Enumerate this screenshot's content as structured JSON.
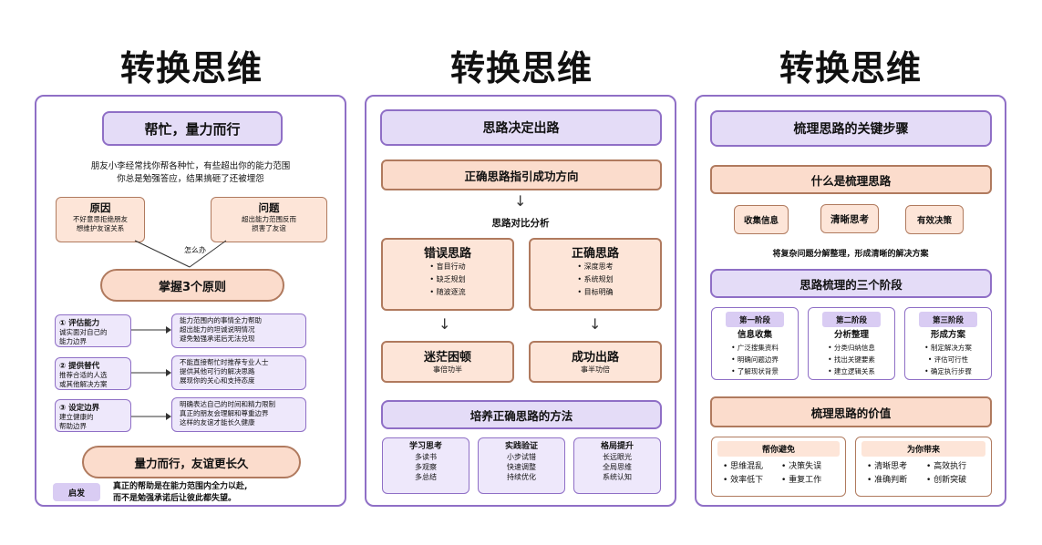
{
  "titles": [
    "转换思维",
    "转换思维",
    "转换思维"
  ],
  "p1": {
    "header": "帮忙，量力而行",
    "intro_1": "朋友小李经常找你帮各种忙，有些超出你的能力范围",
    "intro_2": "你总是勉强答应，结果搞砸了还被埋怨",
    "reason_title": "原因",
    "reason_1": "不好意思拒绝朋友",
    "reason_2": "想维护友谊关系",
    "problem_title": "问题",
    "problem_1": "超出能力范围反而",
    "problem_2": "损害了友谊",
    "how": "怎么办",
    "principles": "掌握3个原则",
    "rows": [
      {
        "title": "① 评估能力",
        "sub1": "诚实面对自己的",
        "sub2": "能力边界",
        "d1": "能力范围内的事情全力帮助",
        "d2": "超出能力的坦诚说明情况",
        "d3": "避免勉强承诺后无法兑现"
      },
      {
        "title": "② 提供替代",
        "sub1": "推荐合适的人选",
        "sub2": "或其他解决方案",
        "d1": "不能直接帮忙时推荐专业人士",
        "d2": "提供其他可行的解决思路",
        "d3": "展现你的关心和支持态度"
      },
      {
        "title": "③ 设定边界",
        "sub1": "建立健康的",
        "sub2": "帮助边界",
        "d1": "明确表达自己的时间和精力限制",
        "d2": "真正的朋友会理解和尊重边界",
        "d3": "这样的友谊才能长久健康"
      }
    ],
    "conclusion": "量力而行，友谊更长久",
    "insight_tag": "启发",
    "insight_1": "真正的帮助是在能力范围内全力以赴,",
    "insight_2": "而不是勉强承诺后让彼此都失望。"
  },
  "p2": {
    "header": "思路决定出路",
    "guide": "正确思路指引成功方向",
    "compare": "思路对比分析",
    "wrong_title": "错误思路",
    "wrong_items": [
      "• 盲目行动",
      "• 缺乏规划",
      "• 随波逐流"
    ],
    "right_title": "正确思路",
    "right_items": [
      "• 深度思考",
      "• 系统规划",
      "• 目标明确"
    ],
    "lost_title": "迷茫困顿",
    "lost_sub": "事倍功半",
    "success_title": "成功出路",
    "success_sub": "事半功倍",
    "method": "培养正确思路的方法",
    "methods": [
      {
        "title": "学习思考",
        "items": [
          "多读书",
          "多观察",
          "多总结"
        ]
      },
      {
        "title": "实践验证",
        "items": [
          "小步试错",
          "快速调整",
          "持续优化"
        ]
      },
      {
        "title": "格局提升",
        "items": [
          "长远眼光",
          "全局思维",
          "系统认知"
        ]
      }
    ]
  },
  "p3": {
    "header": "梳理思路的关键步骤",
    "what": "什么是梳理思路",
    "chips": [
      "收集信息",
      "清晰思考",
      "有效决策"
    ],
    "desc": "将复杂问题分解整理，形成清晰的解决方案",
    "stages_title": "思路梳理的三个阶段",
    "stages": [
      {
        "tag": "第一阶段",
        "title": "信息收集",
        "items": [
          "• 广泛搜集资料",
          "• 明确问题边界",
          "• 了解现状背景"
        ]
      },
      {
        "tag": "第二阶段",
        "title": "分析整理",
        "items": [
          "• 分类归纳信息",
          "• 找出关键要素",
          "• 建立逻辑关系"
        ]
      },
      {
        "tag": "第三阶段",
        "title": "形成方案",
        "items": [
          "• 制定解决方案",
          "• 评估可行性",
          "• 确定执行步骤"
        ]
      }
    ],
    "value_title": "梳理思路的价值",
    "avoid_title": "帮你避免",
    "avoid": [
      "• 思维混乱",
      "• 决策失误",
      "• 效率低下",
      "• 重复工作"
    ],
    "bring_title": "为你带来",
    "bring": [
      "• 清晰思考",
      "• 高效执行",
      "• 准确判断",
      "• 创新突破"
    ]
  }
}
